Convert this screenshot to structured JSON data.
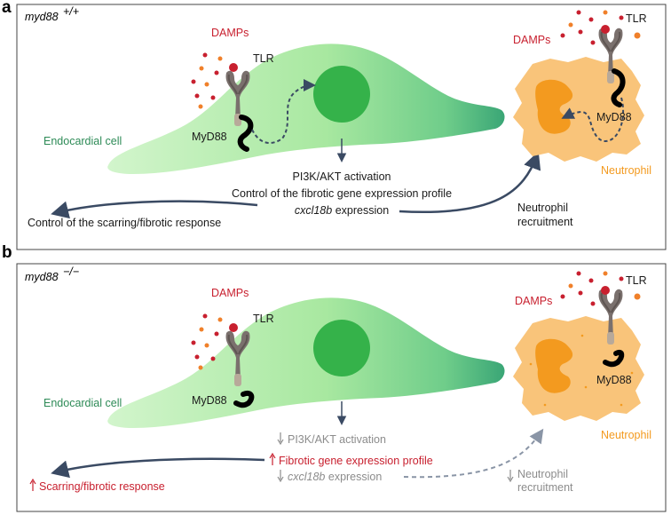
{
  "panel_a": {
    "letter": "a",
    "genotype": "myd88",
    "genotype_sup": "+/+",
    "damps_left": "DAMPs",
    "tlr_left": "TLR",
    "myd88_left": "MyD88",
    "endocardial": "Endocardial cell",
    "damps_right": "DAMPs",
    "tlr_right": "TLR",
    "myd88_right": "MyD88",
    "neutrophil": "Neutrophil",
    "line1": "PI3K/AKT activation",
    "line2": "Control of the fibrotic gene expression profile",
    "line3_italic": "cxcl18b",
    "line3_rest": " expression",
    "scar": "Control of the scarring/fibrotic response",
    "recruit1": "Neutrophil",
    "recruit2": "recruitment"
  },
  "panel_b": {
    "letter": "b",
    "genotype": "myd88",
    "genotype_sup": "−/−",
    "damps_left": "DAMPs",
    "tlr_left": "TLR",
    "myd88_left": "MyD88",
    "endocardial": "Endocardial cell",
    "damps_right": "DAMPs",
    "tlr_right": "TLR",
    "myd88_right": "MyD88",
    "neutrophil": "Neutrophil",
    "line1": "PI3K/AKT activation",
    "line2": "Fibrotic gene expression profile",
    "line3_italic": "cxcl18b",
    "line3_rest": " expression",
    "scar": "Scarring/fibrotic response",
    "recruit1": "Neutrophil",
    "recruit2": "recruitment"
  },
  "colors": {
    "cell_light": "#c9f2c4",
    "cell_dark": "#3fae78",
    "nucleus": "#35b24a",
    "neutrophil_fill": "#f9c47a",
    "neutrophil_nucleus": "#f39a1f",
    "damp_red": "#c8202f",
    "damp_orange": "#f0802a",
    "arrow": "#3a4a63",
    "up_red": "#c8202f",
    "down_grey": "#8c8c8c"
  }
}
